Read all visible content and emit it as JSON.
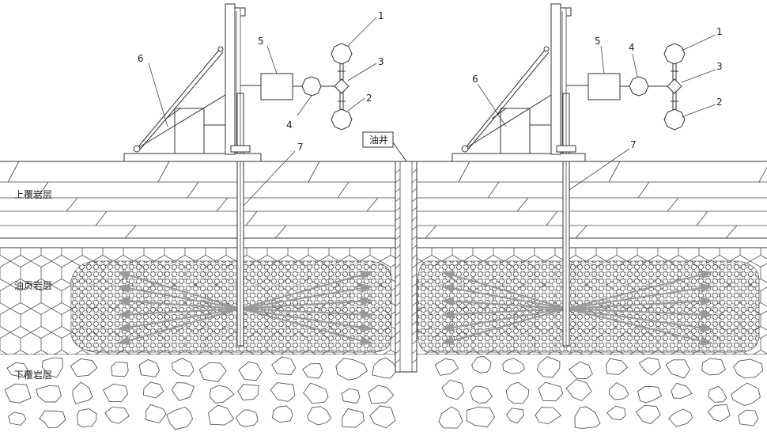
{
  "layers": {
    "upper": "上覆岩层",
    "shale": "油页岩层",
    "lower": "下覆岩层"
  },
  "well_label": "油井",
  "callouts": [
    "1",
    "2",
    "3",
    "4",
    "5",
    "6",
    "7"
  ]
}
